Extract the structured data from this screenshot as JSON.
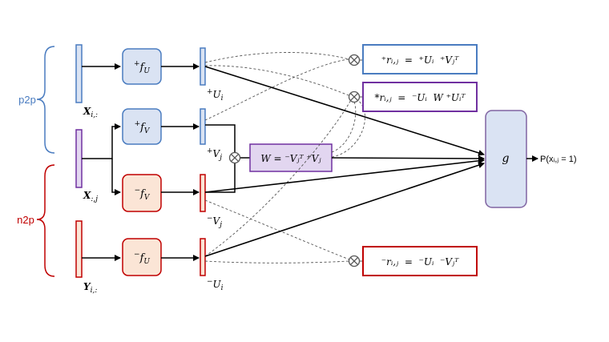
{
  "groups": {
    "p2p": "p2p",
    "n2p": "n2p"
  },
  "inputs": {
    "x_row": "X",
    "x_row_sub": "i,:",
    "x_col": "X",
    "x_col_sub": ":,j",
    "y_row": "Y",
    "y_row_sub": "i,:"
  },
  "encoders": {
    "pos_fu": "f",
    "pos_fu_sup": "+",
    "pos_fu_sub": "U",
    "pos_fv": "f",
    "pos_fv_sup": "+",
    "pos_fv_sub": "V",
    "neg_fv": "f",
    "neg_fv_sup": "−",
    "neg_fv_sub": "V",
    "neg_fu": "f",
    "neg_fu_sup": "−",
    "neg_fu_sub": "U"
  },
  "embeddings": {
    "pos_u": "U",
    "pos_u_sup": "+",
    "pos_u_sub": "i",
    "pos_v": "V",
    "pos_v_sup": "+",
    "pos_v_sub": "j",
    "neg_v": "V",
    "neg_v_sup": "−",
    "neg_v_sub": "j",
    "neg_u": "U",
    "neg_u_sup": "−",
    "neg_u_sub": "i"
  },
  "w_box": "W = ⁻Vⱼᵀ ⁺Vⱼ",
  "score_boxes": {
    "pos": "⁺rᵢ,ⱼ  =  ⁺Uᵢ  ⁺Vⱼᵀ",
    "star": "*rᵢ,ⱼ  =  ⁻Uᵢ  W ⁺Uᵢᵀ",
    "neg": "⁻rᵢ,ⱼ  =  ⁻Uᵢ  ⁻Vⱼᵀ"
  },
  "g_label": "g",
  "output_label": "P(xᵢ,ⱼ = 1)",
  "icons": {
    "product": "circled-times-icon"
  },
  "colors": {
    "blue": "#4a7cc0",
    "blue_fill": "#dae3f3",
    "red": "#c00000",
    "red_fill": "#fbe5d6",
    "purple": "#7030a0",
    "purple_fill": "#e2d6f0",
    "g_fill": "#dae3f3",
    "g_stroke": "#8064a2"
  }
}
